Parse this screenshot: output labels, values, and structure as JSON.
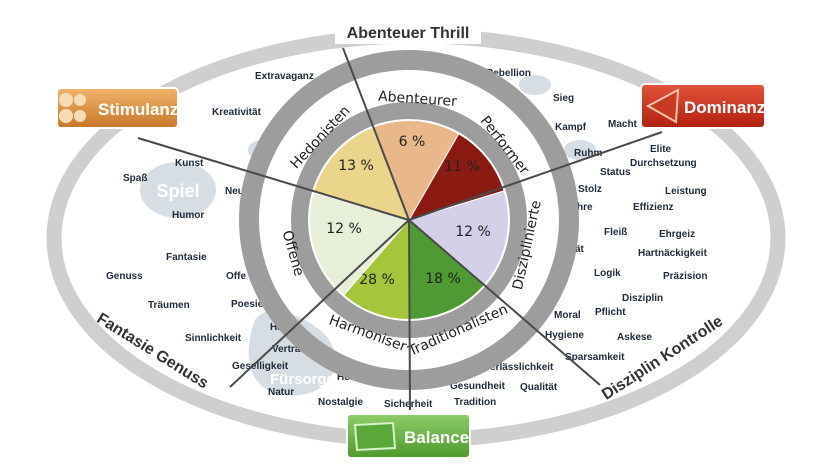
{
  "bands": {
    "top": "Abenteuer Thrill",
    "left": "Fantasie Genuss",
    "right": "Disziplin Kontrolle"
  },
  "buttons": {
    "stimulanz": "Stimulanz",
    "dominanz": "Dominanz",
    "balance": "Balance"
  },
  "segments": [
    {
      "name": "Abenteurer",
      "percent": "6 %",
      "color": "#e8b88a"
    },
    {
      "name": "Performer",
      "percent": "11 %",
      "color": "#8b1a12"
    },
    {
      "name": "Disziplinierte",
      "percent": "12 %",
      "color": "#d3d0e8"
    },
    {
      "name": "Traditionalisten",
      "percent": "18 %",
      "color": "#4f9a32"
    },
    {
      "name": "Harmoniser",
      "percent": "28 %",
      "color": "#a5c63a"
    },
    {
      "name": "Offene",
      "percent": "12 %",
      "color": "#e7efd9"
    },
    {
      "name": "Hedonisten",
      "percent": "13 %",
      "color": "#ead58a"
    }
  ],
  "bubbles": {
    "spiel": "Spiel",
    "fuersorge": "Fürsorge"
  },
  "words": [
    "Extravaganz",
    "Kreativität",
    "Kunst",
    "Spaß",
    "Humor",
    "Neu",
    "Fantasie",
    "Genuss",
    "Offe",
    "Träumen",
    "Poesie",
    "Sinnlichkeit",
    "Ha",
    "Vertra",
    "Geselligkeit",
    "Ho",
    "Natur",
    "Nostalgie",
    "Sicherheit",
    "Rebellion",
    "Sieg",
    "Kampf",
    "Macht",
    "Ruhm",
    "Elite",
    "Durchsetzung",
    "Status",
    "Stolz",
    "Leistung",
    "hre",
    "Effizienz",
    "Fleiß",
    "Ehrgeiz",
    "ät",
    "Hartnäckigkeit",
    "Logik",
    "Präzision",
    "Disziplin",
    "Moral",
    "Pflicht",
    "Hygiene",
    "Askese",
    "Sparsamkeit",
    "erlässlichkeit",
    "Gesundheit",
    "Qualität",
    "Tradition"
  ]
}
